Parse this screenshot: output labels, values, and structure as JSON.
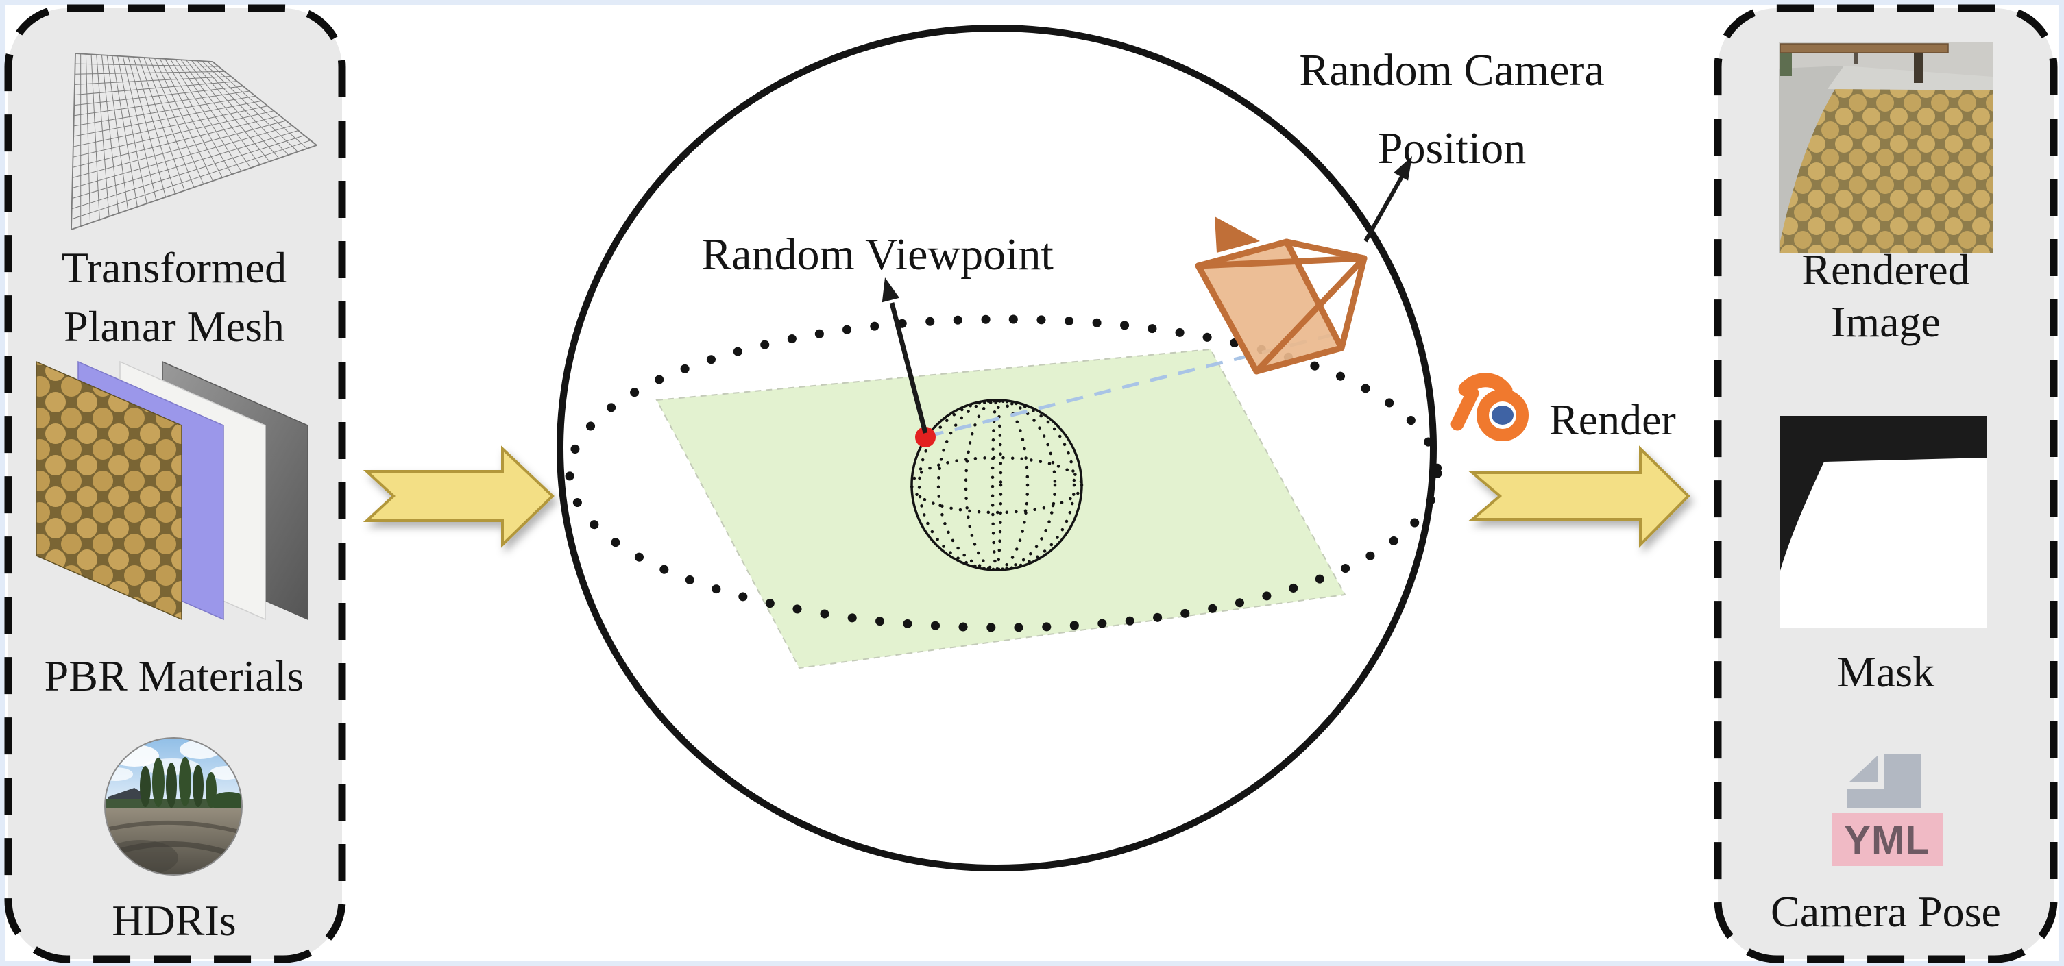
{
  "figure": {
    "description": "Synthetic data generation pipeline: transformed planar mesh, PBR materials and HDRIs are placed in a scene; a random camera on a sphere renders image, mask and camera pose via Blender"
  },
  "left_panel": {
    "mesh_label_line1": "Transformed",
    "mesh_label_line2": "Planar Mesh",
    "pbr_label": "PBR Materials",
    "hdri_label": "HDRIs"
  },
  "scene": {
    "viewpoint_label": "Random Viewpoint",
    "camera_label_line1": "Random Camera",
    "camera_label_line2": "Position",
    "render_label": "Render"
  },
  "right_panel": {
    "rendered_label_line1": "Rendered",
    "rendered_label_line2": "Image",
    "mask_label": "Mask",
    "pose_label": "Camera Pose",
    "yml_badge": "YML"
  },
  "icons": [
    "mesh-grid-icon",
    "pbr-stack-icon",
    "hdri-sphere-icon",
    "blender-logo-icon",
    "camera-frustum-icon",
    "viewpoint-dot-icon",
    "yml-file-icon",
    "flow-arrow-icon"
  ],
  "colors": {
    "panel_bg": "#e9e9e9",
    "panel_dash": "#0d0d0d",
    "arrow_fill": "#f3df85",
    "arrow_stroke": "#b2973b",
    "camera_orange": "#c06f38",
    "camera_fill": "#eab98d",
    "plane_green": "#e3f2d0",
    "blender_orange": "#f0792e",
    "blender_blue": "#3f63a4",
    "viewpoint_red": "#e32120",
    "sight_line_blue": "#a9c4e6",
    "yml_pink": "#f0bac5",
    "yml_text": "#6e5a63",
    "doc_gray": "#b2b8c2",
    "page_edge": "#e2ebf8"
  }
}
